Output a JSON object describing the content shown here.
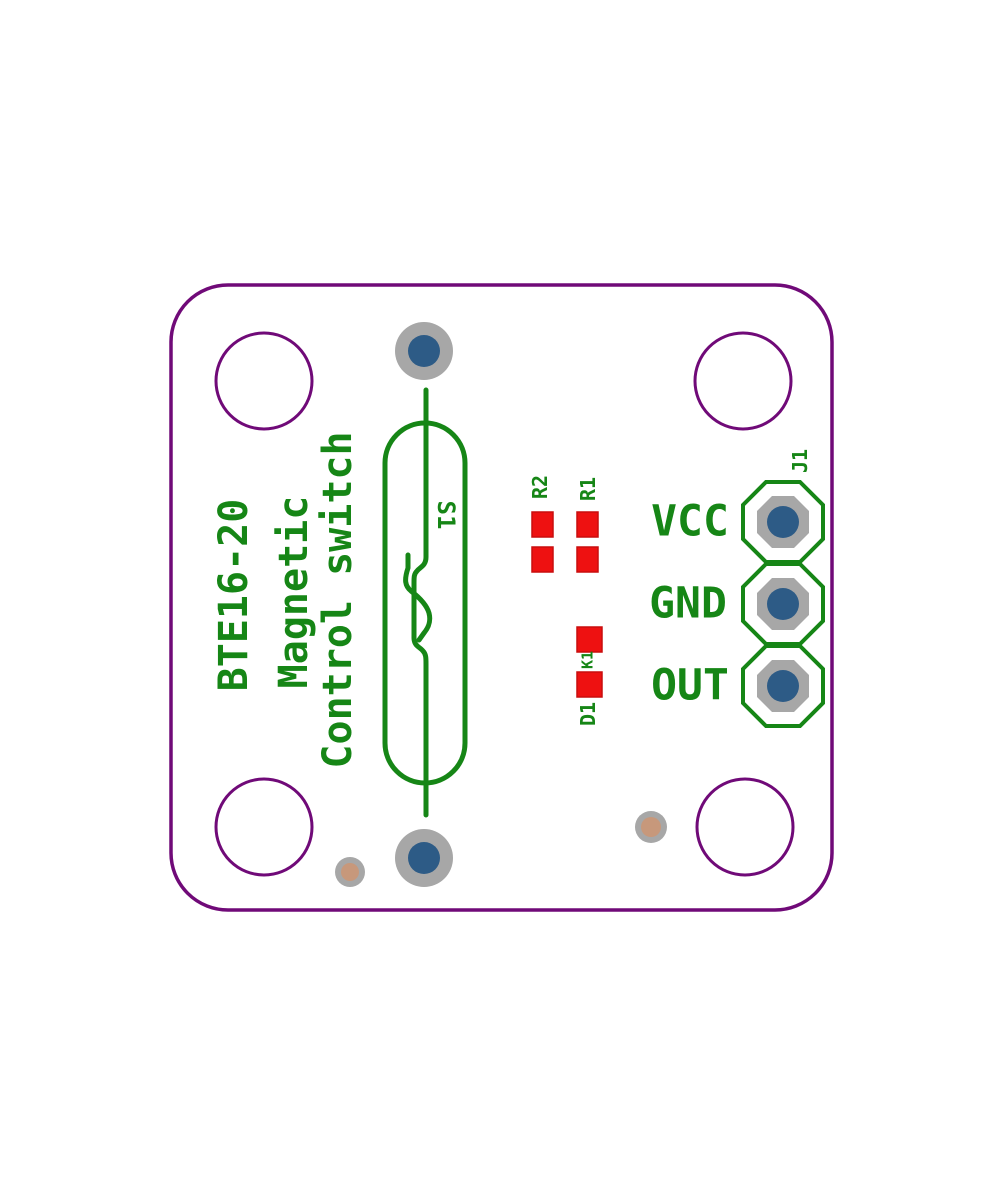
{
  "diagram": {
    "silkscreen": {
      "line1": "BTE16-20",
      "line2": "Magnetic",
      "line3": "Control switch"
    },
    "reference_designators": {
      "reed_switch": "S1",
      "resistor2": "R2",
      "resistor1": "R1",
      "diode_cathode_mark": "K1",
      "diode": "D1",
      "connector": "J1"
    },
    "connector_pins": {
      "pin1": "VCC",
      "pin2": "GND",
      "pin3": "OUT"
    },
    "colors": {
      "silkscreen_green": "#168616",
      "board_outline_purple": "#700a78",
      "smd_pad_red": "#ee1111",
      "pad_ring_gray": "#a7a7a7",
      "hole_blue": "#2d5b86",
      "small_pad_tan": "#c7987b",
      "background": "#ffffff"
    }
  }
}
